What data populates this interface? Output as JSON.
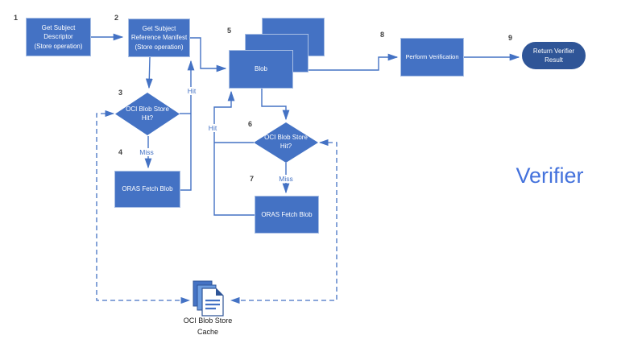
{
  "colors": {
    "node_fill": "#4472C4",
    "node_border": "#A9BFE4",
    "dark_fill": "#2F5597",
    "line": "#4472C4",
    "number_text": "#3F3F3F",
    "verifier_text": "#4472DC"
  },
  "nodes": {
    "n1": {
      "number": "1",
      "label": "Get Subject\nDescriptor\n(Store operation)"
    },
    "n2": {
      "number": "2",
      "label": "Get Subject\nReference Manifest\n(Store operation)"
    },
    "n3": {
      "number": "3",
      "label": "OCI Blob Store\nHit?"
    },
    "n4": {
      "number": "4",
      "label": "ORAS Fetch Blob"
    },
    "n5": {
      "number": "5",
      "label": "Blob"
    },
    "n6": {
      "number": "6",
      "label": "OCI Blob Store\nHit?"
    },
    "n7": {
      "number": "7",
      "label": "ORAS Fetch Blob"
    },
    "n8": {
      "number": "8",
      "label": "Perform Verification"
    },
    "n9": {
      "number": "9",
      "label": "Return Verifier\nResult"
    }
  },
  "edge_labels": {
    "hit1": "Hit",
    "miss1": "Miss",
    "hit2": "Hit",
    "miss2": "Miss"
  },
  "cache": {
    "label": "OCI Blob Store\nCache"
  },
  "region_label": "Verifier"
}
